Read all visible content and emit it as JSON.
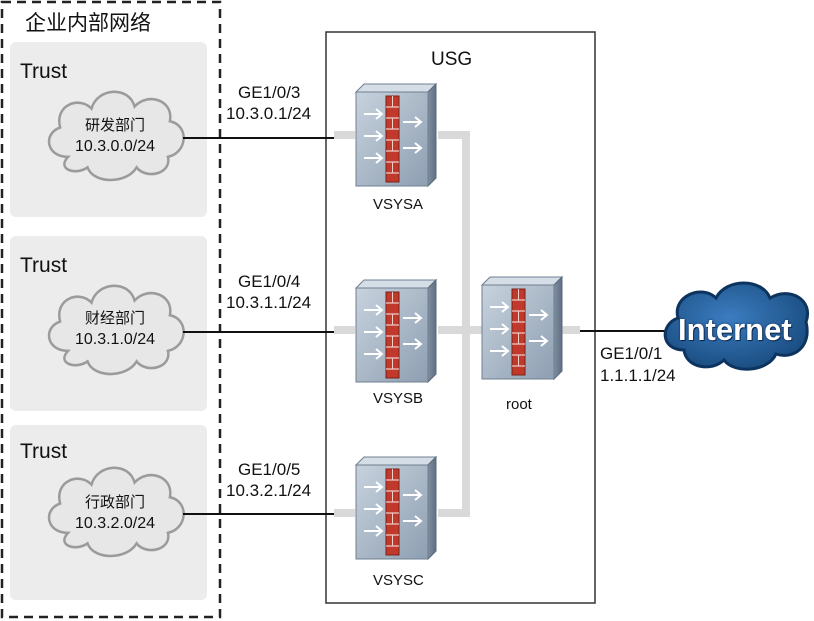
{
  "enterprise_zone": {
    "title": "企业内部网络"
  },
  "departments": [
    {
      "zone": "Trust",
      "name": "研发部门",
      "subnet": "10.3.0.0/24",
      "port": "GE1/0/3",
      "port_ip": "10.3.0.1/24",
      "vsys": "VSYSA"
    },
    {
      "zone": "Trust",
      "name": "财经部门",
      "subnet": "10.3.1.0/24",
      "port": "GE1/0/4",
      "port_ip": "10.3.1.1/24",
      "vsys": "VSYSB"
    },
    {
      "zone": "Trust",
      "name": "行政部门",
      "subnet": "10.3.2.0/24",
      "port": "GE1/0/5",
      "port_ip": "10.3.2.1/24",
      "vsys": "VSYSC"
    }
  ],
  "usg": {
    "title": "USG",
    "root_label": "root"
  },
  "uplink": {
    "port": "GE1/0/1",
    "ip": "1.1.1.1/24"
  },
  "internet": {
    "label": "Internet"
  },
  "colors": {
    "cloud_fill": "#e7e7e7",
    "cloud_stroke": "#9b9b9b",
    "zone_box": "#ececec",
    "internet_fill": "#1f5e9a",
    "internet_stroke": "#0d335f",
    "firewall_body": "#a9b7c6",
    "firewall_wall": "#c0392b",
    "backplane": "#d9d9d9"
  },
  "icons": [
    "firewall-icon",
    "cloud-icon",
    "internet-cloud-icon"
  ]
}
